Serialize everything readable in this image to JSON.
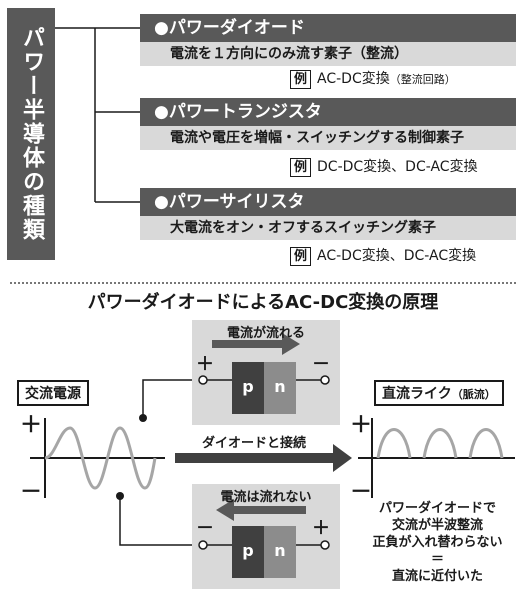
{
  "types": {
    "title": "パワー半導体の種類",
    "items": [
      {
        "name": "●パワーダイオード",
        "desc": "電流を１方向にのみ流す素子（整流）",
        "example_label": "例",
        "example": "AC-DC変換",
        "example_note": "（整流回路）"
      },
      {
        "name": "●パワートランジスタ",
        "desc": "電流や電圧を増幅・スイッチングする制御素子",
        "example_label": "例",
        "example": "DC-DC変換、DC-AC変換",
        "example_note": ""
      },
      {
        "name": "●パワーサイリスタ",
        "desc": "大電流をオン・オフするスイッチング素子",
        "example_label": "例",
        "example": "AC-DC変換、DC-AC変換",
        "example_note": ""
      }
    ]
  },
  "principle": {
    "title": "パワーダイオードによるAC-DC変換の原理",
    "ac_source_label": "交流電源",
    "dc_label": "直流ライク",
    "dc_label_note": "（脈流）",
    "flow_label": "電流が流れる",
    "no_flow_label": "電流は流れない",
    "connect_label": "ダイオードと接続",
    "p_label": "p",
    "n_label": "n",
    "plus": "＋",
    "minus": "－",
    "note_lines": [
      "パワーダイオードで",
      "交流が半波整流",
      "正負が入れ替わらない",
      "＝",
      "直流に近付いた"
    ]
  },
  "colors": {
    "dark_band": "#595959",
    "light_band": "#d9d9d9",
    "wave": "#a6a6a6",
    "p_block": "#404040",
    "n_block": "#8c8c8c",
    "device_bg": "#d9d9d9"
  }
}
